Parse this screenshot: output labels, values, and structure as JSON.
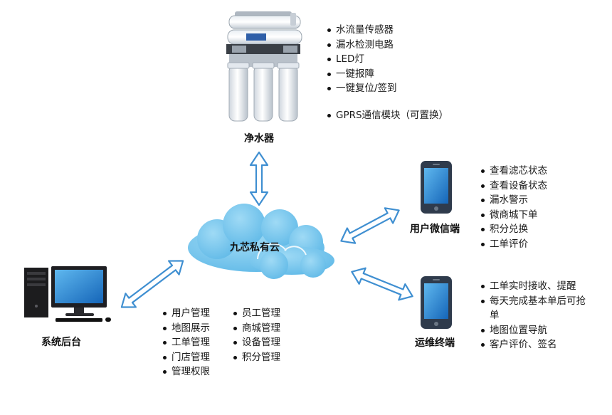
{
  "nodes": {
    "purifier": "净水器",
    "cloud": "九芯私有云",
    "wechat": "用户微信端",
    "ops": "运维终端",
    "admin": "系统后台"
  },
  "purifier_features": [
    "水流量传感器",
    "漏水检测电路",
    "LED灯",
    "一键报障",
    "一键复位/签到",
    "GPRS通信模块（可置换）"
  ],
  "wechat_features": [
    "查看滤芯状态",
    "查看设备状态",
    "漏水警示",
    "微商城下单",
    "积分兑换",
    "工单评价"
  ],
  "ops_features": [
    "工单实时接收、提醒",
    "每天完成基本单后可抢单",
    "地图位置导航",
    "客户评价、签名"
  ],
  "admin_features_col1": [
    "用户管理",
    "地图展示",
    "工单管理",
    "门店管理",
    "管理权限"
  ],
  "admin_features_col2": [
    "员工管理",
    "商城管理",
    "设备管理",
    "积分管理"
  ],
  "colors": {
    "arrow_stroke": "#3f8fd1",
    "arrow_fill": "#ffffff",
    "cloud_fill": "#6ec3ea",
    "phone_body": "#2f3b4c",
    "screen_blue": "#1f7fd0"
  },
  "icons": {
    "purifier": "water-purifier-icon",
    "cloud": "cloud-icon",
    "wechat": "smartphone-icon",
    "ops": "smartphone-icon",
    "admin": "desktop-computer-icon"
  }
}
